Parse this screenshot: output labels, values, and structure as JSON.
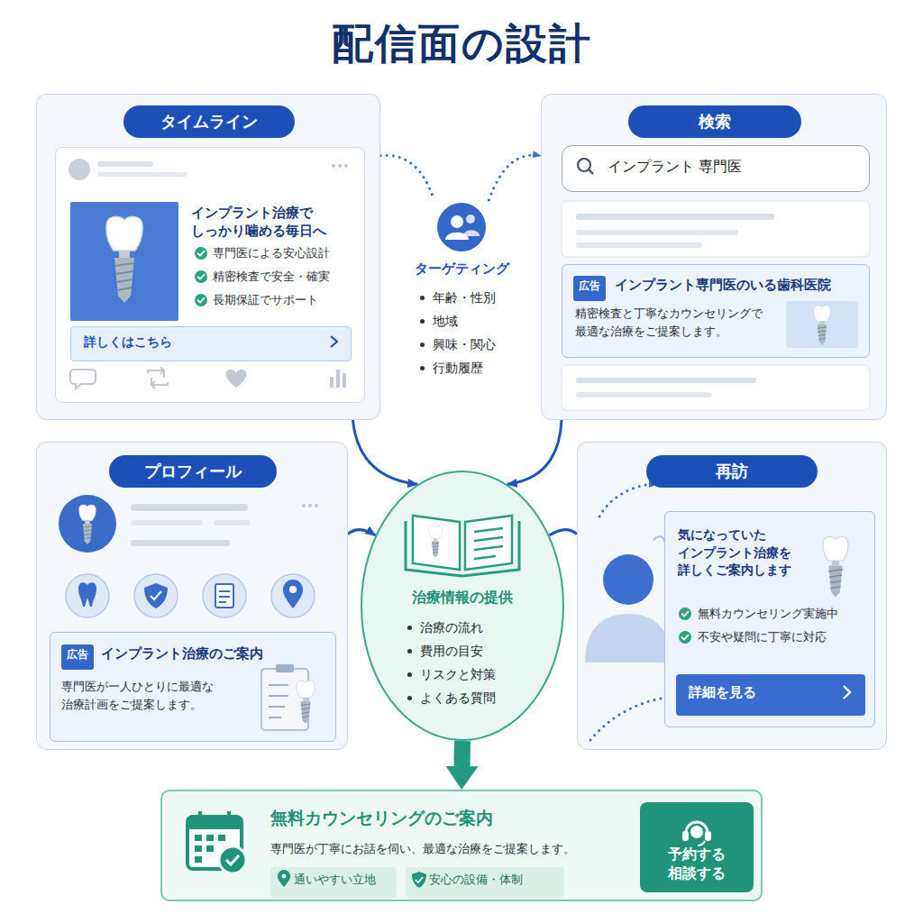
{
  "diagram": {
    "title": "配信面の設計",
    "nodes": [
      {
        "text": [
          "タイムライン"
        ]
      },
      {
        "text": [
          "インプラント治療で しっかり噛める毎日へ",
          "専門医による安心設計",
          "精密検査で安全・確実",
          "長期保証でサポート"
        ],
        "in": 0
      },
      {
        "text": [
          "詳しくはこちら"
        ],
        "in": 1
      },
      {
        "text": [
          "検索"
        ]
      },
      {
        "text": [
          "インプラント 専門医"
        ],
        "in": 3
      },
      {
        "text": [
          "インプラント専門医のいる歯科医院",
          "精密検査と丁寧なカウンセリングで 最適な治療をご提案します。"
        ],
        "in": 3
      },
      {
        "text": [
          "広告"
        ],
        "in": 5
      },
      {
        "text": [
          "ターゲティング",
          "年齢・性別",
          "地域",
          "興味・関心",
          "行動履歴"
        ]
      },
      {
        "text": [
          "プロフィール"
        ]
      },
      {
        "text": [
          "インプラント治療のご案内",
          "専門医が一人ひとりに最適な 治療計画をご提案します。"
        ],
        "in": 8
      },
      {
        "text": [
          "広告"
        ],
        "in": 9
      },
      {
        "text": [
          "再訪"
        ]
      },
      {
        "text": [
          "気になっていた インプラント治療を 詳しくご案内します",
          "無料カウンセリング実施中",
          "不安や疑問に丁寧に対応"
        ],
        "in": 11
      },
      {
        "text": [
          "詳細を見る"
        ],
        "in": 12
      },
      {
        "text": [
          "治療情報の提供",
          "治療の流れ",
          "費用の目安",
          "リスクと対策",
          "よくある質問"
        ]
      },
      {
        "text": [
          "無料カウンセリングのご案内",
          "専門医が丁寧にお話を伺い、最適な治療をご提案します。"
        ]
      },
      {
        "text": [
          "通いやすい立地"
        ],
        "in": 15
      },
      {
        "text": [
          "安心の設備・体制"
        ],
        "in": 15
      },
      {
        "text": [
          "予約する 相談する"
        ],
        "in": 15
      }
    ],
    "edges": [
      {
        "from": 0,
        "to": 14,
        "arrow": "to"
      },
      {
        "from": 3,
        "to": 14,
        "arrow": "to"
      },
      {
        "from": 8,
        "to": 14,
        "arrow": "to"
      },
      {
        "from": 11,
        "to": 14,
        "arrow": "none"
      },
      {
        "from": 14,
        "to": 15,
        "arrow": "to"
      },
      {
        "from": 0,
        "to": 7,
        "arrow": "none"
      },
      {
        "from": 7,
        "to": 3,
        "arrow": "to"
      }
    ]
  }
}
